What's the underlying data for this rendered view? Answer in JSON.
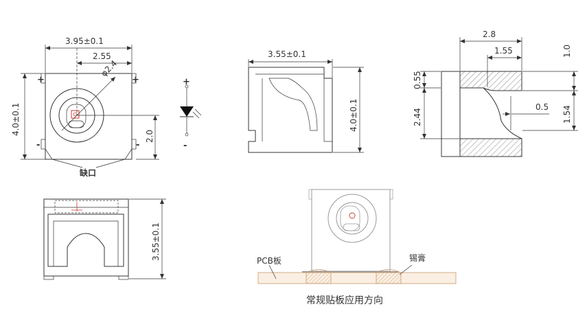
{
  "views": {
    "top": {
      "width": "3.95±0.1",
      "cathode_offset": "2.55",
      "diameter": "φ2.4",
      "height": "4.0±0.1",
      "half_height": "2.0",
      "plus_sign": "+",
      "minus_sign": "-",
      "notch": "缺口"
    },
    "symbol": {
      "plus_sign": "+",
      "minus_sign": "-"
    },
    "side": {
      "width": "3.55±0.1",
      "height": "4.0±0.1"
    },
    "section": {
      "top_width": "2.8",
      "inner_width": "1.55",
      "top_thickness": "1.0",
      "lip": "0.55",
      "slot": "0.5",
      "cavity_height": "2.44",
      "lower": "1.54"
    },
    "bottom": {
      "height": "3.55±0.1"
    },
    "mounting": {
      "pcb_label": "PCB板",
      "solder_label": "锡膏",
      "caption": "常规贴板应用方向"
    }
  }
}
